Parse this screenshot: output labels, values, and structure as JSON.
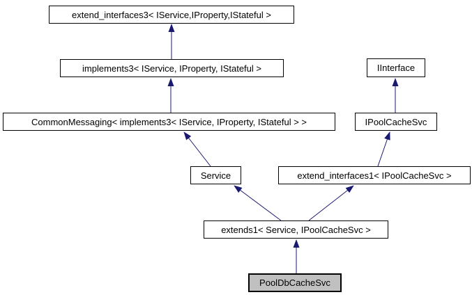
{
  "diagram": {
    "kind": "class-inheritance-diagram",
    "background": "#ffffff",
    "colors": {
      "edge": "#191970",
      "node_border": "#000000",
      "node_fill": "#ffffff",
      "highlighted_node_fill": "#c0c0c0",
      "text": "#000000"
    },
    "nodes": [
      {
        "label": "extend_interfaces3< IService,IProperty,IStateful >",
        "highlighted": false
      },
      {
        "label": "implements3< IService, IProperty, IStateful >",
        "highlighted": false
      },
      {
        "label": "IInterface",
        "highlighted": false
      },
      {
        "label": "CommonMessaging< implements3< IService, IProperty, IStateful > >",
        "highlighted": false
      },
      {
        "label": "IPoolCacheSvc",
        "highlighted": false
      },
      {
        "label": "Service",
        "highlighted": false
      },
      {
        "label": "extend_interfaces1< IPoolCacheSvc >",
        "highlighted": false
      },
      {
        "label": "extends1< Service, IPoolCacheSvc >",
        "highlighted": false
      },
      {
        "label": "PoolDbCacheSvc",
        "highlighted": true
      }
    ],
    "edges": [
      {
        "from": "implements3< IService, IProperty, IStateful >",
        "to": "extend_interfaces3< IService,IProperty,IStateful >"
      },
      {
        "from": "CommonMessaging< implements3< IService, IProperty, IStateful > >",
        "to": "implements3< IService, IProperty, IStateful >"
      },
      {
        "from": "Service",
        "to": "CommonMessaging< implements3< IService, IProperty, IStateful > >"
      },
      {
        "from": "IPoolCacheSvc",
        "to": "IInterface"
      },
      {
        "from": "extend_interfaces1< IPoolCacheSvc >",
        "to": "IPoolCacheSvc"
      },
      {
        "from": "extends1< Service, IPoolCacheSvc >",
        "to": "Service"
      },
      {
        "from": "extends1< Service, IPoolCacheSvc >",
        "to": "extend_interfaces1< IPoolCacheSvc >"
      },
      {
        "from": "PoolDbCacheSvc",
        "to": "extends1< Service, IPoolCacheSvc >"
      }
    ]
  }
}
